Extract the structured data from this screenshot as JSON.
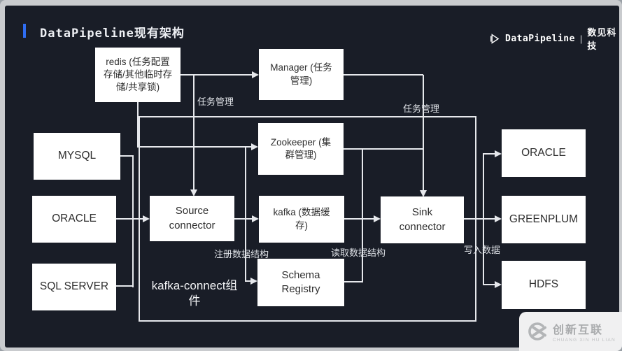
{
  "header": {
    "title": "DataPipeline现有架构"
  },
  "logo": {
    "brand": "DataPipeline",
    "divider": "|",
    "company": "数见科技"
  },
  "nodes": {
    "redis": {
      "label": "redis (任务配置\n存储/其他临时存\n储/共享锁)"
    },
    "manager": {
      "label": "Manager (任务\n管理)"
    },
    "zookeeper": {
      "label": "Zookeeper (集\n群管理)"
    },
    "mysql": {
      "label": "MYSQL"
    },
    "oracle_source": {
      "label": "ORACLE"
    },
    "sql_server": {
      "label": "SQL SERVER"
    },
    "source_connector": {
      "label": "Source\nconnector"
    },
    "kafka": {
      "label": "kafka (数据缓\n存)"
    },
    "schema_registry": {
      "label": "Schema\nRegistry"
    },
    "sink_connector": {
      "label": "Sink\nconnector"
    },
    "oracle_sink": {
      "label": "ORACLE"
    },
    "greenplum": {
      "label": "GREENPLUM"
    },
    "hdfs": {
      "label": "HDFS"
    }
  },
  "edge_labels": {
    "task_management_left": "任务管理",
    "task_management_right": "任务管理",
    "register_schema": "注册数据结构",
    "read_schema": "读取数据结构",
    "write_data": "写入数据",
    "group": "kafka-connect组\n件"
  },
  "watermark": {
    "name": "创新互联",
    "subtitle": "CHUANG XIN HU LIAN"
  },
  "colors": {
    "background": "#191d27",
    "accent_blue": "#2f6df2",
    "line": "#e6e8ec",
    "box_fill": "#ffffff",
    "box_text": "#2e2e2e",
    "frame": "#c9cbce"
  }
}
